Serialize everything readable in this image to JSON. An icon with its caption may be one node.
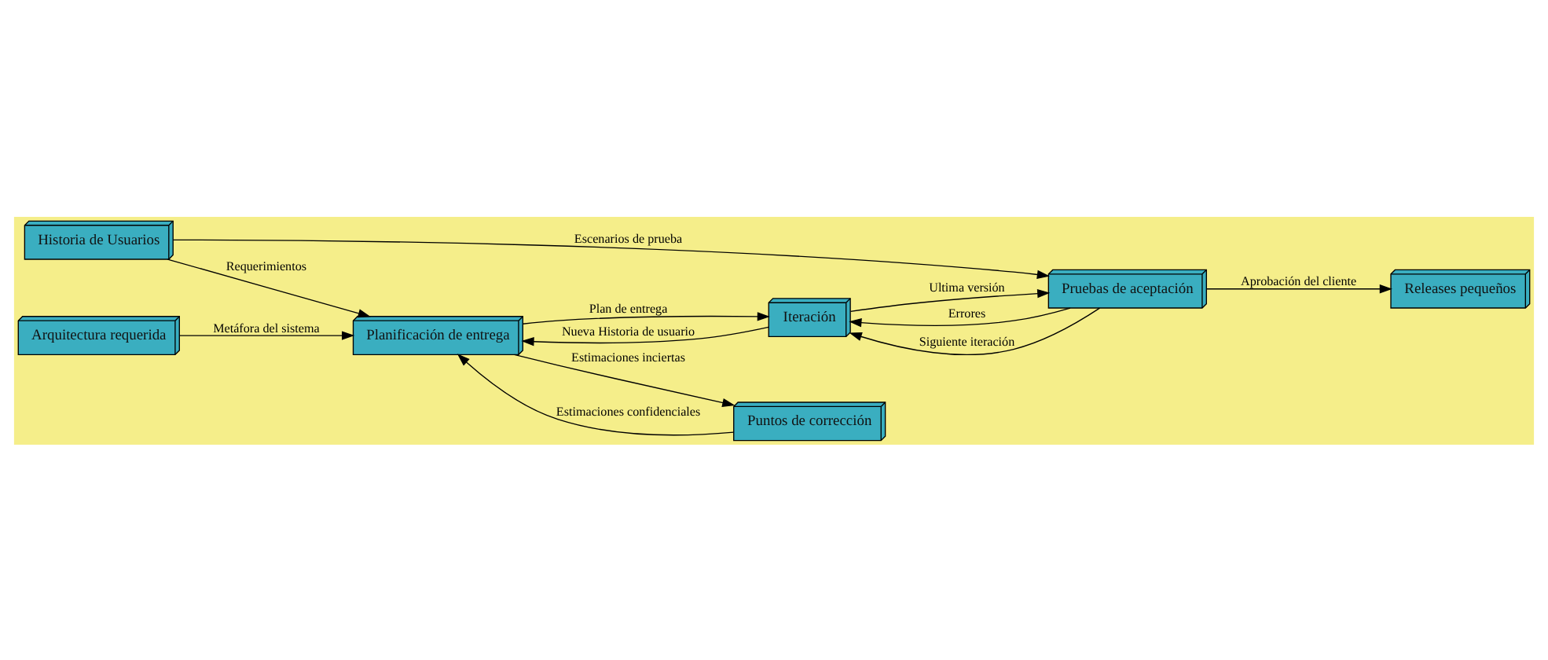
{
  "diagram": {
    "nodes": [
      {
        "text": [
          "Historia de Usuarios"
        ]
      },
      {
        "text": [
          "Arquitectura requerida"
        ]
      },
      {
        "text": [
          "Planificación de entrega"
        ]
      },
      {
        "text": [
          "Iteración"
        ]
      },
      {
        "text": [
          "Pruebas de aceptación"
        ]
      },
      {
        "text": [
          "Releases pequeños"
        ]
      },
      {
        "text": [
          "Puntos de corrección"
        ]
      }
    ],
    "edges": [
      {
        "from": 0,
        "to": 4,
        "arrow": "to",
        "label": "Escenarios de prueba"
      },
      {
        "from": 0,
        "to": 2,
        "arrow": "to",
        "label": "Requerimientos"
      },
      {
        "from": 1,
        "to": 2,
        "arrow": "to",
        "label": "Metáfora del sistema"
      },
      {
        "from": 2,
        "to": 3,
        "arrow": "to",
        "label": "Plan de entrega"
      },
      {
        "from": 3,
        "to": 2,
        "arrow": "to",
        "label": "Nueva Historia de usuario"
      },
      {
        "from": 3,
        "to": 4,
        "arrow": "to",
        "label": "Ultima versión"
      },
      {
        "from": 4,
        "to": 3,
        "arrow": "to",
        "label": "Errores"
      },
      {
        "from": 4,
        "to": 3,
        "arrow": "to",
        "label": "Siguiente iteración"
      },
      {
        "from": 4,
        "to": 5,
        "arrow": "to",
        "label": "Aprobación del cliente"
      },
      {
        "from": 2,
        "to": 6,
        "arrow": "to",
        "label": "Estimaciones inciertas"
      },
      {
        "from": 6,
        "to": 2,
        "arrow": "to",
        "label": "Estimaciones confidenciales"
      }
    ]
  }
}
